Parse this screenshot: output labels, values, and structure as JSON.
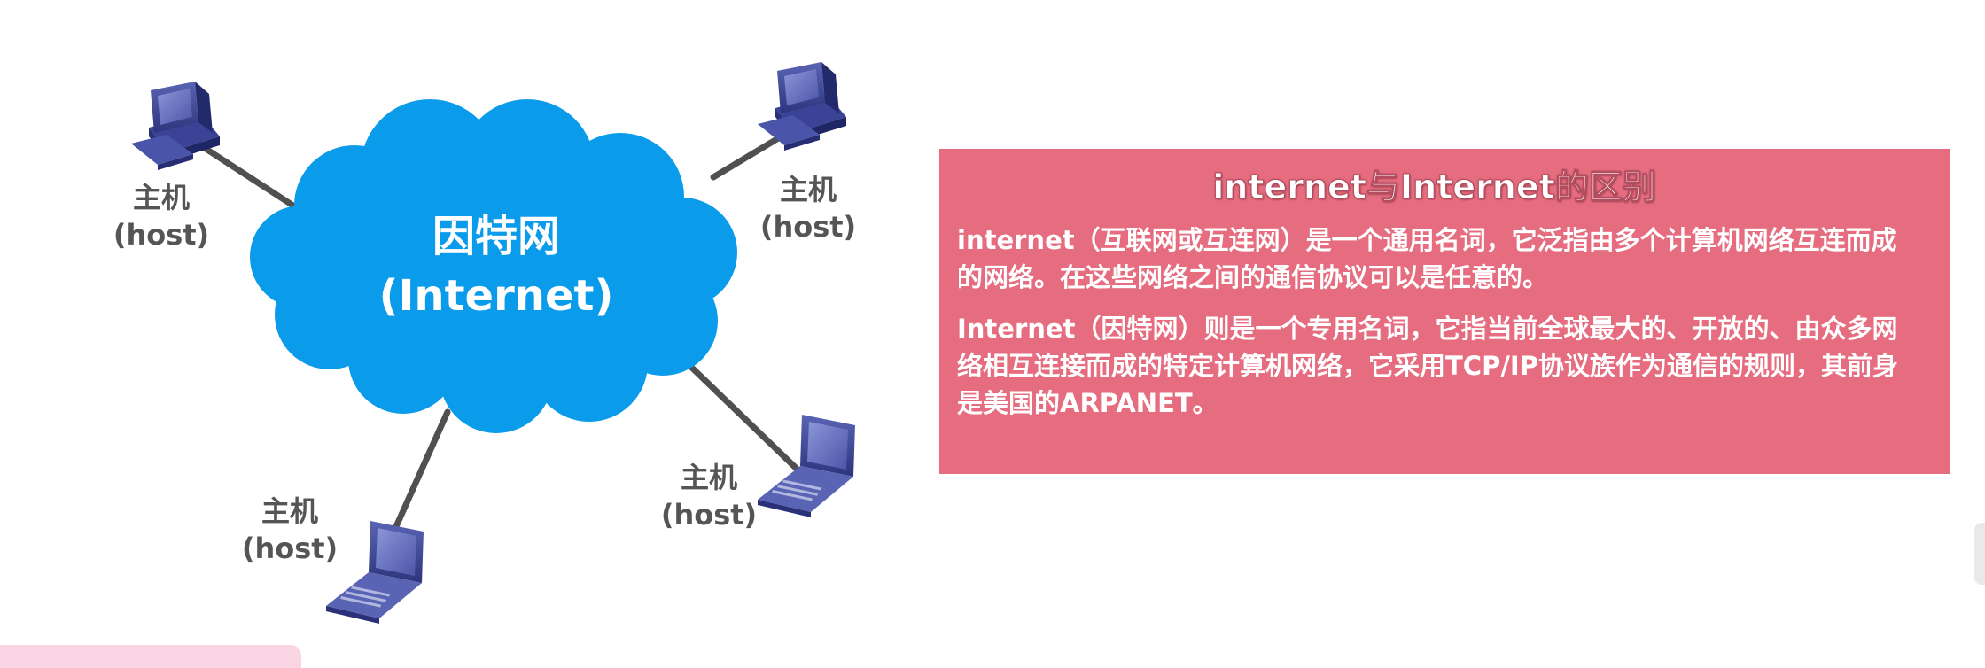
{
  "diagram": {
    "cloud": {
      "label_zh": "因特网",
      "label_en": "(Internet)",
      "color": "#0a9bea"
    },
    "hosts": [
      {
        "label_zh": "主机",
        "label_en": "(host)",
        "device": "desktop-computer-icon"
      },
      {
        "label_zh": "主机",
        "label_en": "(host)",
        "device": "desktop-computer-icon"
      },
      {
        "label_zh": "主机",
        "label_en": "(host)",
        "device": "laptop-icon"
      },
      {
        "label_zh": "主机",
        "label_en": "(host)",
        "device": "laptop-icon"
      }
    ]
  },
  "panel": {
    "title": "internet与Internet的区别",
    "paragraphs": [
      "internet（互联网或互连网）是一个通用名词，它泛指由多个计算机网络互连而成的网络。在这些网络之间的通信协议可以是任意的。",
      "Internet（因特网）则是一个专用名词，它指当前全球最大的、开放的、由众多网络相互连接而成的特定计算机网络，它采用TCP/IP协议族作为通信的规则，其前身是美国的ARPANET。"
    ],
    "background": "#e66d7f"
  }
}
